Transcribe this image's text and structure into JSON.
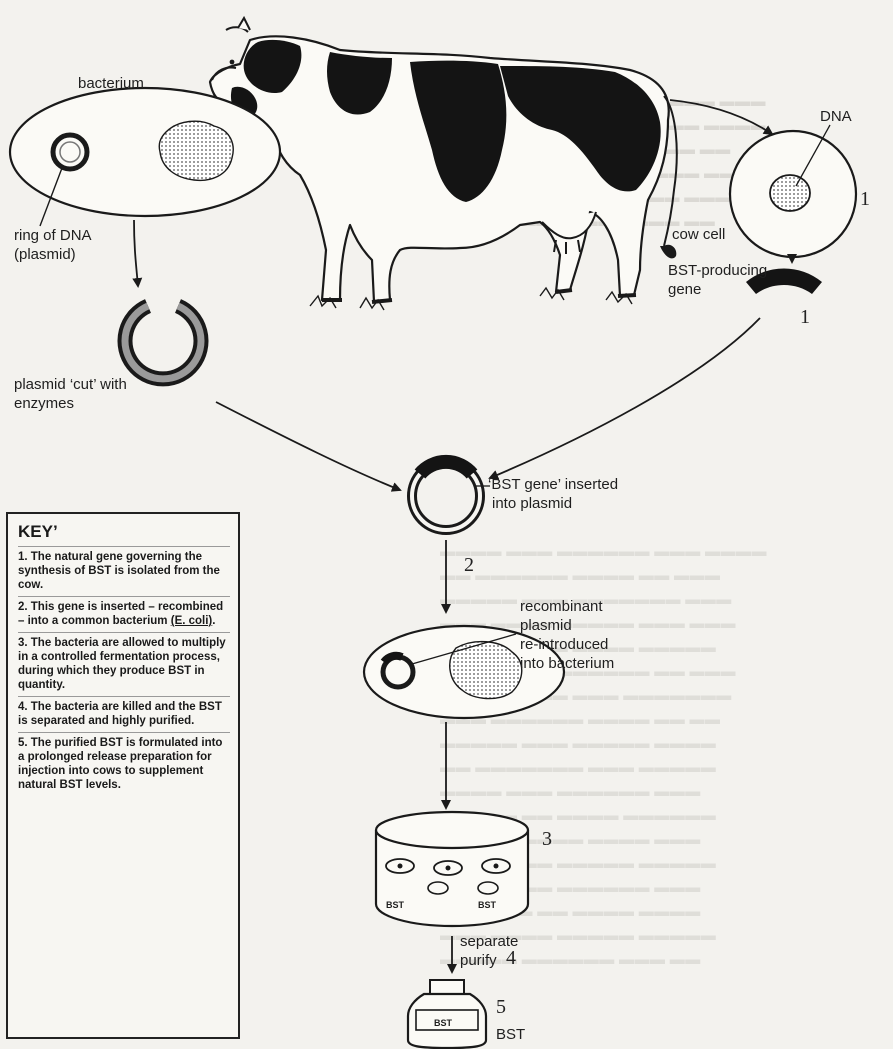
{
  "labels": {
    "bacterium": "bacterium",
    "dna": "DNA",
    "ring_of_dna": "ring of DNA",
    "plasmid_paren": "(plasmid)",
    "cow_cell": "cow cell",
    "bst_gene_1": "BST-producing",
    "bst_gene_2": "gene",
    "cut_1": "plasmid ‘cut’ with",
    "cut_2": "enzymes",
    "inserted_1": "‘BST gene’ inserted",
    "inserted_2": "into plasmid",
    "recomb_1": "recombinant",
    "recomb_2": "plasmid",
    "recomb_3": "re-introduced",
    "recomb_4": "into bacterium",
    "separate": "separate",
    "purify": "purify",
    "bst": "BST",
    "vat_bst_left": "BST",
    "vat_bst_right": "BST",
    "bottle_bst": "BST"
  },
  "step_numbers": {
    "cow_cell": "1",
    "gene": "1",
    "insert": "2",
    "vat": "3",
    "purify": "4",
    "bottle": "5"
  },
  "key": {
    "title": "KEY’",
    "items": [
      {
        "text": "1. The natural gene governing the synthesis of BST is isolated from the cow."
      },
      {
        "text": "2. This gene is inserted – recombined – into a common bacterium",
        "emph": "(E. coli)",
        "after": "."
      },
      {
        "text": "3. The bacteria are allowed to multiply in a controlled fermentation process, during which they produce BST in quantity."
      },
      {
        "text": "4. The bacteria are killed and the BST is separated and highly purified."
      },
      {
        "text": "5. The purified BST is formulated into a prolonged release preparation for injection into cows to supplement natural BST levels."
      }
    ]
  },
  "colors": {
    "ink": "#1a1a1a",
    "paper": "#f3f2ee",
    "bleed_text": "#c8c6c0"
  }
}
